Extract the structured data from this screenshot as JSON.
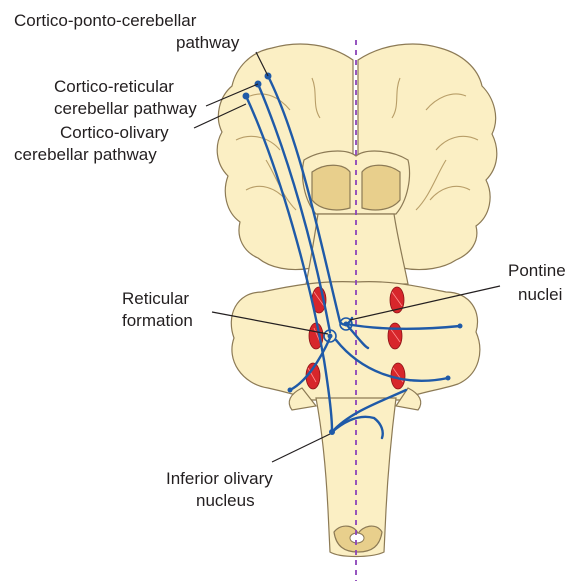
{
  "labels": {
    "cortico_ponto_1": "Cortico-ponto-cerebellar",
    "cortico_ponto_2": "pathway",
    "cortico_reticular_1": "Cortico-reticular",
    "cortico_reticular_2": "cerebellar pathway",
    "cortico_olivary_1": "Cortico-olivary",
    "cortico_olivary_2": "cerebellar pathway",
    "reticular_1": "Reticular",
    "reticular_2": "formation",
    "pontine_1": "Pontine",
    "pontine_2": "nuclei",
    "olivary_1": "Inferior olivary",
    "olivary_2": "nucleus"
  },
  "colors": {
    "tissue": "#fbefc4",
    "tissue_dark": "#e8cf8c",
    "pathway": "#1f5aa8",
    "nuclei": "#d7262b",
    "midline": "#8a44b8"
  }
}
